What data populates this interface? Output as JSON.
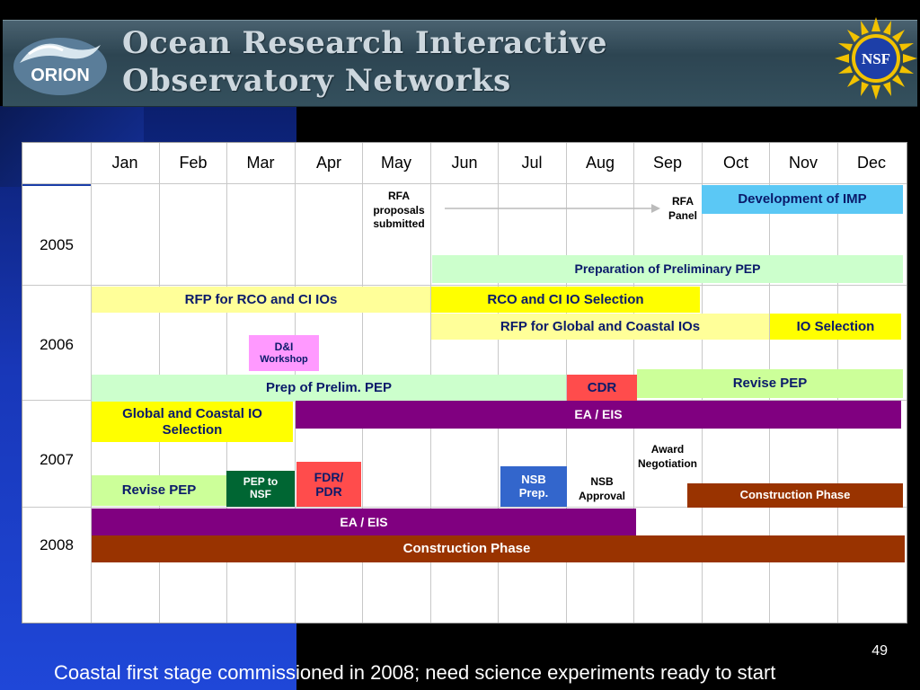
{
  "header": {
    "logo_text": "ORION",
    "title_line1": "Ocean Research Interactive",
    "title_line2": "Observatory Networks",
    "nsf_text": "NSF"
  },
  "months": [
    "Jan",
    "Feb",
    "Mar",
    "Apr",
    "May",
    "Jun",
    "Jul",
    "Aug",
    "Sep",
    "Oct",
    "Nov",
    "Dec"
  ],
  "years": [
    "2005",
    "2006",
    "2007",
    "2008"
  ],
  "bars": {
    "dev_imp": "Development of IMP",
    "prelim_pep": "Preparation of Preliminary PEP",
    "rfp_rco": "RFP for RCO and CI IOs",
    "rco_sel": "RCO and CI IO Selection",
    "rfp_global": "RFP for Global and Coastal IOs",
    "io_sel": "IO Selection",
    "di_workshop_1": "D&I",
    "di_workshop_2": "Workshop",
    "prep_prelim": "Prep of Prelim. PEP",
    "cdr": "CDR",
    "revise_pep_2006": "Revise PEP",
    "global_sel": "Global and Coastal IO Selection",
    "ea_eis_2007": "EA / EIS",
    "revise_pep_2007": "Revise PEP",
    "pep_nsf_1": "PEP to",
    "pep_nsf_2": "NSF",
    "fdr_1": "FDR/",
    "fdr_2": "PDR",
    "nsb_prep_1": "NSB",
    "nsb_prep_2": "Prep.",
    "construction_2007": "Construction Phase",
    "ea_eis_2008": "EA / EIS",
    "construction_2008": "Construction Phase"
  },
  "notes": {
    "rfa_submitted_1": "RFA",
    "rfa_submitted_2": "proposals",
    "rfa_submitted_3": "submitted",
    "rfa_panel_1": "RFA",
    "rfa_panel_2": "Panel",
    "award_1": "Award",
    "award_2": "Negotiation",
    "nsb_approval_1": "NSB",
    "nsb_approval_2": "Approval"
  },
  "footer": {
    "page_number": "49",
    "caption": "Coastal first stage commissioned in 2008; need science experiments ready to start"
  },
  "colors": {
    "light_blue": "#5bc8f5",
    "light_green": "#ccffcc",
    "pale_yellow": "#ffff99",
    "yellow": "#ffff00",
    "pink": "#ff99ff",
    "red": "#ff4c4c",
    "purple": "#800080",
    "dark_green": "#006633",
    "blue": "#3366cc",
    "brown": "#993300"
  }
}
